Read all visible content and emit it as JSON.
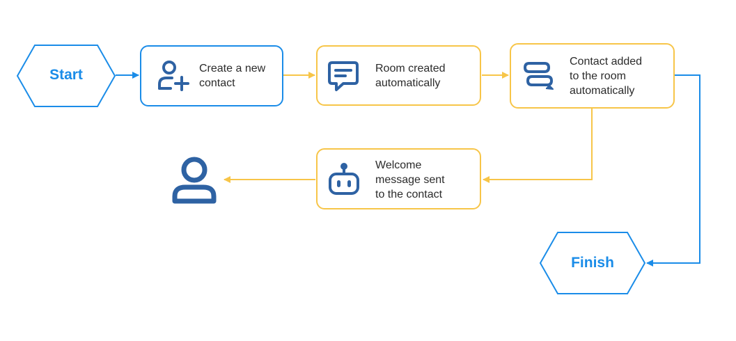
{
  "colors": {
    "blue": "#1a8ce8",
    "yellow": "#f7c548",
    "icon": "#2e62a3",
    "text": "#2b2b2b"
  },
  "start": {
    "label": "Start"
  },
  "finish": {
    "label": "Finish"
  },
  "steps": [
    {
      "label": "Create a new\ncontact",
      "icon": "add-user-icon"
    },
    {
      "label": "Room created\nautomatically",
      "icon": "chat-bubble-icon"
    },
    {
      "label": "Contact added\nto the room\nautomatically",
      "icon": "chat-bubbles-icon"
    },
    {
      "label": "Welcome\nmessage sent\nto the contact",
      "icon": "bot-icon"
    }
  ],
  "end_icon": "user-icon"
}
